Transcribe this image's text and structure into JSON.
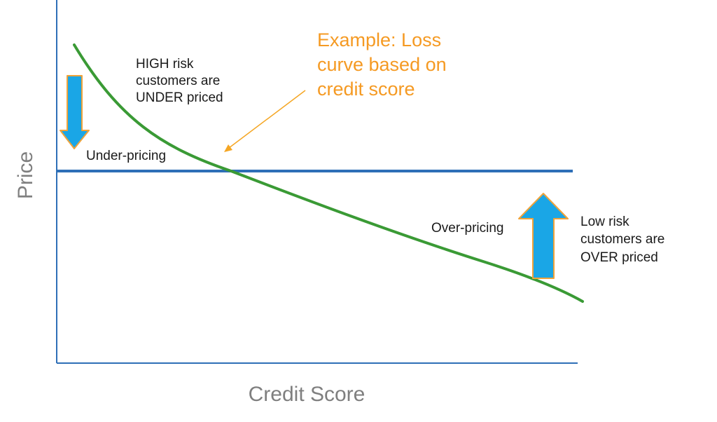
{
  "axes": {
    "x_label": "Credit Score",
    "y_label": "Price"
  },
  "flat_price_line": {
    "color": "#2e6fb7"
  },
  "loss_curve": {
    "color": "#3a9a35"
  },
  "annotations": {
    "high_risk": [
      "HIGH risk",
      "customers are",
      "UNDER priced"
    ],
    "under_pricing": "Under-pricing",
    "over_pricing": "Over-pricing",
    "low_risk": [
      "Low risk",
      "customers are",
      "OVER priced"
    ],
    "example": [
      "Example: Loss",
      "curve based on",
      "credit score"
    ]
  },
  "arrows": {
    "down_arrow": {
      "fill": "#1aa6e6",
      "stroke": "#f0a33a",
      "icon": "arrow-down-icon"
    },
    "up_arrow": {
      "fill": "#1aa6e6",
      "stroke": "#f0a33a",
      "icon": "arrow-up-icon"
    },
    "pointer": {
      "color": "#f5a623",
      "icon": "pointer-arrow-icon"
    }
  },
  "colors": {
    "axis": "#2e6fb7",
    "callout": "#f59a23",
    "text": "#1a1a1a",
    "axis_title": "#7f7f7f"
  }
}
